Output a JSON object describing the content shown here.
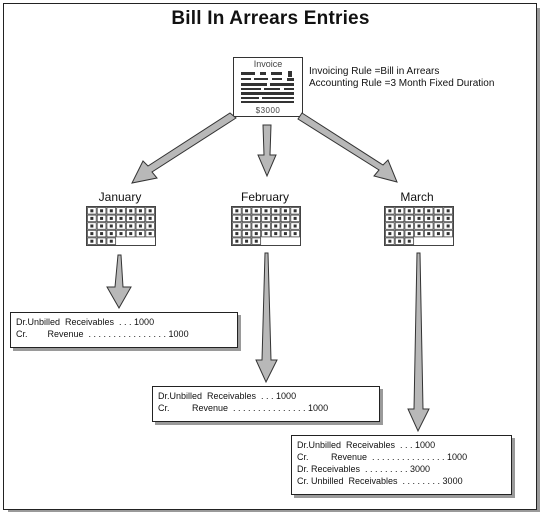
{
  "title": "Bill In Arrears Entries",
  "invoice": {
    "label": "Invoice",
    "amount": "$3000",
    "rules": [
      "Invoicing Rule  =Bill in Arrears",
      "Accounting  Rule  =3 Month Fixed   Duration"
    ]
  },
  "months": [
    {
      "name": "January"
    },
    {
      "name": "February"
    },
    {
      "name": "March"
    }
  ],
  "entries": {
    "january": [
      "Dr.Unbilled  Receivables  . . . 1000",
      "Cr.        Revenue  . . . . . . . . . . . . . . . . 1000"
    ],
    "february": [
      "Dr.Unbilled  Receivables  . . . 1000",
      "Cr.         Revenue  . . . . . . . . . . . . . . . 1000"
    ],
    "march": [
      "Dr.Unbilled  Receivables  . . . 1000",
      "Cr.         Revenue  . . . . . . . . . . . . . . . 1000",
      "Dr. Receivables  . . . . . . . . . 3000",
      "Cr. Unbilled  Receivables  . . . . . . . . 3000"
    ]
  },
  "colors": {
    "arrow": "#b8b8b8",
    "stroke": "#333333",
    "shadow": "#9a9a9a"
  }
}
